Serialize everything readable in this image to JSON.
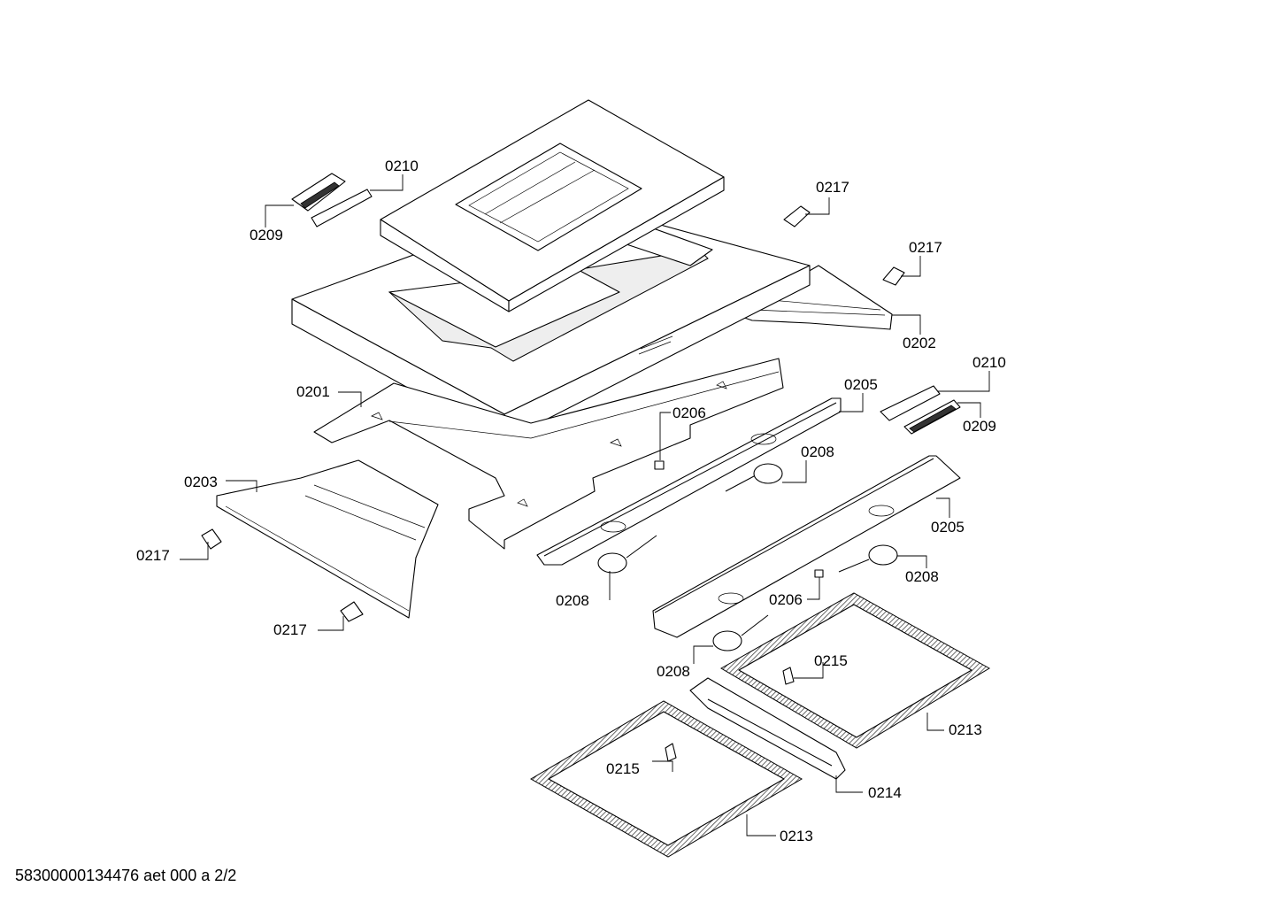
{
  "callouts": {
    "c0210a": "0210",
    "c0209a": "0209",
    "c0217a": "0217",
    "c0217b": "0217",
    "c0202": "0202",
    "c0201": "0201",
    "c0210b": "0210",
    "c0205a": "0205",
    "c0206a": "0206",
    "c0209b": "0209",
    "c0208a": "0208",
    "c0203": "0203",
    "c0205b": "0205",
    "c0217c": "0217",
    "c0208b": "0208",
    "c0206b": "0206",
    "c0208c": "0208",
    "c0217d": "0217",
    "c0215a": "0215",
    "c0208d": "0208",
    "c0213a": "0213",
    "c0215b": "0215",
    "c0214": "0214",
    "c0213b": "0213"
  },
  "footer": "58300000134476 aet 000 a 2/2"
}
